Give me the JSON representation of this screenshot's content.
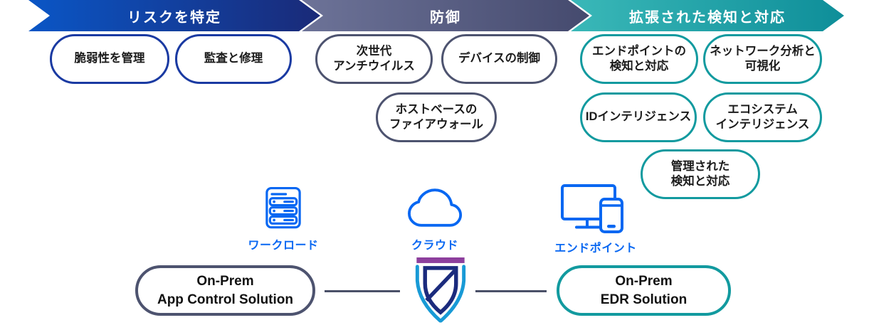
{
  "bands": [
    {
      "id": "identify",
      "label": "リスクを特定",
      "gradient_from": "#0a56c6",
      "gradient_to": "#1a2a78"
    },
    {
      "id": "protect",
      "label": "防御",
      "gradient_from": "#6d7398",
      "gradient_to": "#454a6e"
    },
    {
      "id": "detect_respond",
      "label": "拡張された検知と対応",
      "gradient_from": "#3ab8b8",
      "gradient_to": "#0e8e99"
    }
  ],
  "pills": {
    "identify": [
      "脆弱性を管理",
      "監査と修理"
    ],
    "protect": [
      "次世代\nアンチウイルス",
      "デバイスの制御",
      "ホストベースの\nファイアウォール"
    ],
    "detect_respond": [
      "エンドポイントの\n検知と対応",
      "ネットワーク分析と\n可視化",
      "IDインテリジェンス",
      "エコシステム\nインテリジェンス",
      "管理された\n検知と対応"
    ]
  },
  "infrastructure": [
    {
      "icon": "server-icon",
      "label": "ワークロード"
    },
    {
      "icon": "cloud-icon",
      "label": "クラウド"
    },
    {
      "icon": "endpoint-devices-icon",
      "label": "エンドポイント"
    }
  ],
  "solutions": {
    "left": "On-Prem\nApp Control Solution",
    "right": "On-Prem\nEDR Solution"
  },
  "colors": {
    "identify_pill_border": "#1a3aa2",
    "protect_pill_border": "#4d536f",
    "detect_pill_border": "#129a9f",
    "icon_blue": "#0767f2",
    "connector_line": "#4a5068",
    "shield_outer_blue": "#189ad6",
    "shield_inner_navy": "#1b2b7d",
    "shield_top_purple": "#8d3f9d"
  }
}
